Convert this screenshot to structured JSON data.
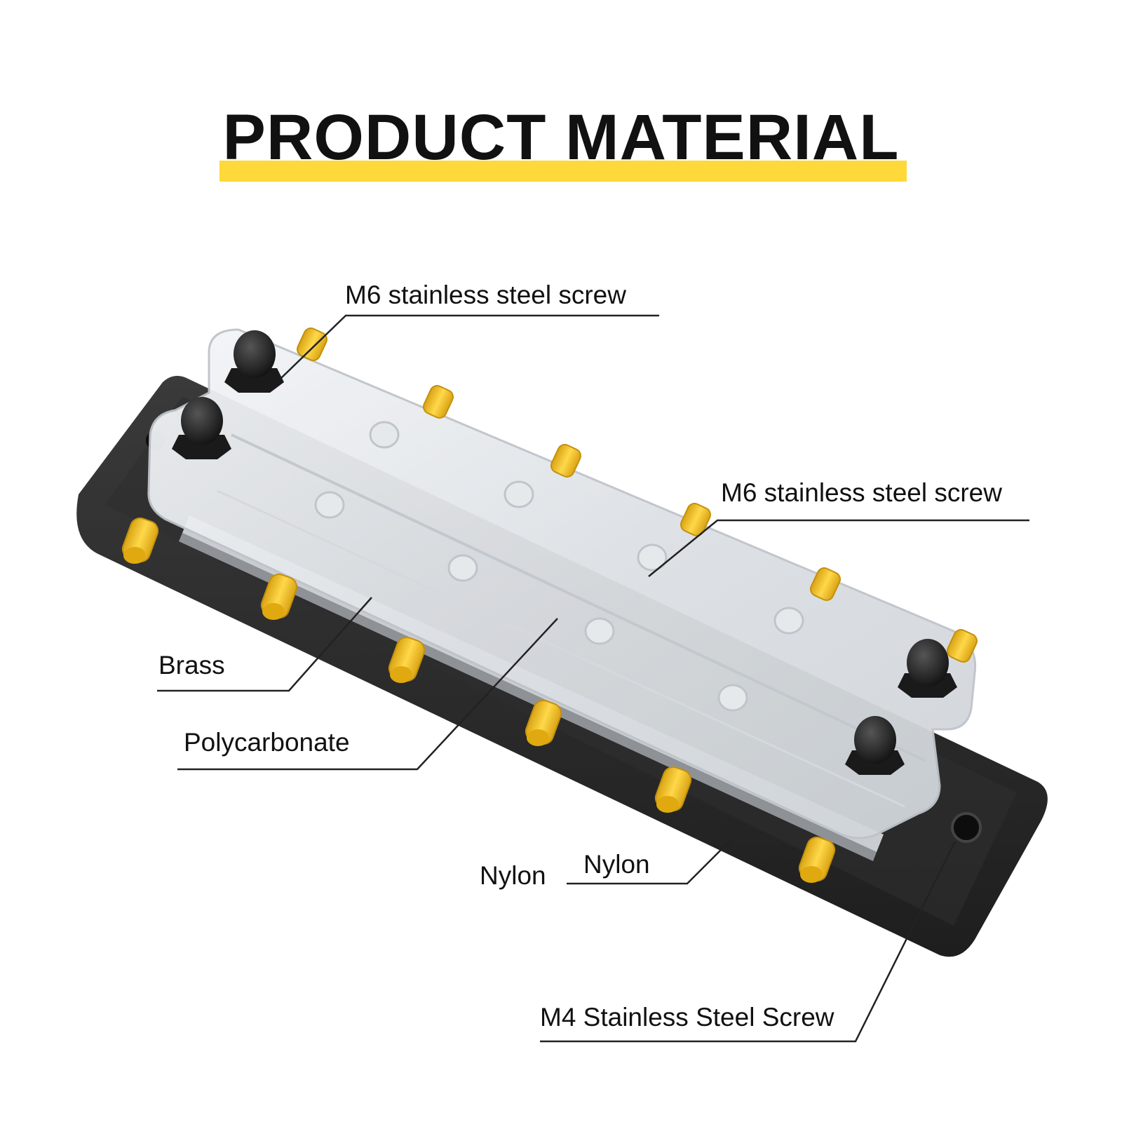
{
  "title": "PRODUCT MATERIAL",
  "colors": {
    "highlight": "#ffd83a",
    "base": "#2b2b2b",
    "cover": "#e8ebee",
    "terminal": "#f2c230",
    "nut": "#1d1d1d",
    "line": "#222222"
  },
  "callouts": {
    "screw_top": "M6 stainless steel screw",
    "screw_right": "M6 stainless steel screw",
    "brass": "Brass",
    "polycarbonate": "Polycarbonate",
    "nylon_left": "Nylon",
    "nylon_right": "Nylon",
    "m4_screw": "M4 Stainless Steel Screw"
  }
}
